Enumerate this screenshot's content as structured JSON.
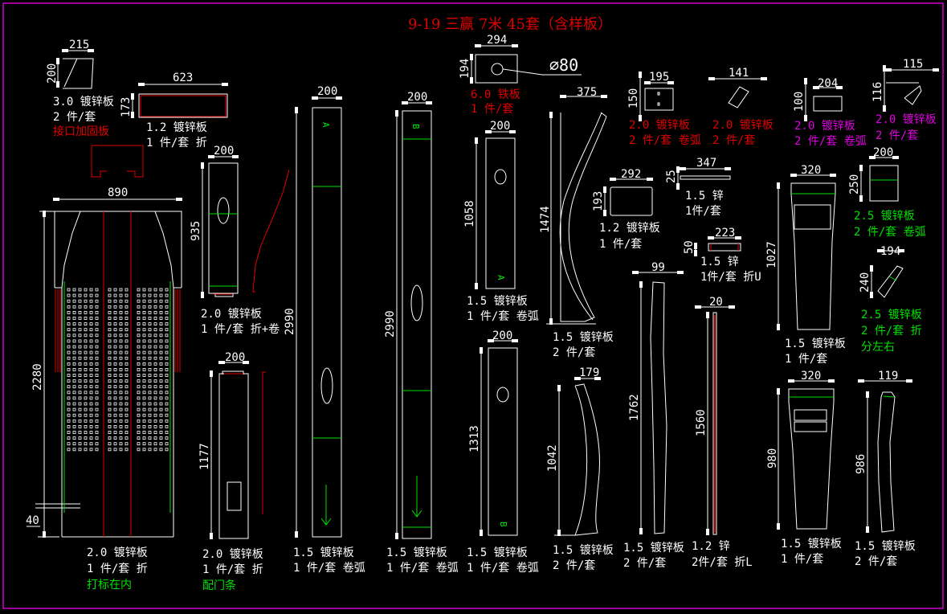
{
  "title": "9-19 三赢 7米 45套（含样板）",
  "colors": {
    "background": "#000000",
    "frame": "#d000d0",
    "white": "#ffffff",
    "red": "#e00000",
    "green": "#00e000",
    "magenta": "#e000e0"
  },
  "dimension_symbol": "∅80",
  "parts": [
    {
      "id": "p1",
      "dims": [
        "215",
        "200"
      ],
      "lines": [
        "3.0 镀锌板",
        "2 件/套"
      ],
      "note": "接口加固板",
      "color": "white",
      "note_color": "red"
    },
    {
      "id": "p2",
      "dims": [
        "623",
        "173"
      ],
      "lines": [
        "1.2 镀锌板",
        "1 件/套 折"
      ],
      "color": "white"
    },
    {
      "id": "p3",
      "dims": [
        "890",
        "2280",
        "40"
      ],
      "lines": [
        "2.0 镀锌板",
        "1 件/套 折"
      ],
      "note": "打标在内",
      "color": "white",
      "note_color": "green"
    },
    {
      "id": "p4",
      "dims": [
        "200",
        "935"
      ],
      "lines": [
        "2.0 镀锌板",
        "1 件/套 折+卷"
      ],
      "color": "white"
    },
    {
      "id": "p5",
      "dims": [
        "200",
        "1177"
      ],
      "lines": [
        "2.0 镀锌板",
        "1 件/套 折"
      ],
      "note": "配门条",
      "color": "white",
      "note_color": "green"
    },
    {
      "id": "p6",
      "dims": [
        "200",
        "2990"
      ],
      "mark": "A",
      "lines": [
        "1.5 镀锌板",
        "1 件/套 卷弧"
      ],
      "color": "white"
    },
    {
      "id": "p7",
      "dims": [
        "200",
        "2990"
      ],
      "mark": "B",
      "lines": [
        "1.5 镀锌板",
        "1 件/套 卷弧"
      ],
      "color": "white"
    },
    {
      "id": "p8",
      "dims": [
        "294",
        "194"
      ],
      "lines": [
        "6.0 铁板",
        "1 件/套"
      ],
      "color": "red"
    },
    {
      "id": "p9",
      "dims": [
        "200",
        "1058"
      ],
      "mark": "A",
      "lines": [
        "1.5 镀锌板",
        "1 件/套 卷弧"
      ],
      "color": "white"
    },
    {
      "id": "p10",
      "dims": [
        "200",
        "1313"
      ],
      "mark": "B",
      "lines": [
        "1.5 镀锌板",
        "1 件/套 卷弧"
      ],
      "color": "white"
    },
    {
      "id": "p11",
      "dims": [
        "375",
        "1474"
      ],
      "lines": [
        "1.5 镀锌板",
        "2 件/套"
      ],
      "color": "white"
    },
    {
      "id": "p12",
      "dims": [
        "179",
        "1042"
      ],
      "lines": [
        "1.5 镀锌板",
        "2 件/套"
      ],
      "color": "white"
    },
    {
      "id": "p13",
      "dims": [
        "195",
        "150"
      ],
      "lines": [
        "2.0 镀锌板",
        "2 件/套 卷弧"
      ],
      "color": "red"
    },
    {
      "id": "p14",
      "dims": [
        "141"
      ],
      "lines": [
        "2.0 镀锌板",
        "2 件/套"
      ],
      "color": "red"
    },
    {
      "id": "p15",
      "dims": [
        "204",
        "100"
      ],
      "lines": [
        "2.0 镀锌板",
        "2 件/套 卷弧"
      ],
      "color": "magenta"
    },
    {
      "id": "p16",
      "dims": [
        "115",
        "116"
      ],
      "lines": [
        "2.0 镀锌板",
        "2 件/套"
      ],
      "color": "magenta"
    },
    {
      "id": "p17",
      "dims": [
        "292",
        "193"
      ],
      "lines": [
        "1.2 镀锌板",
        "1 件/套"
      ],
      "color": "white"
    },
    {
      "id": "p18",
      "dims": [
        "347",
        "25"
      ],
      "lines": [
        "1.5 锌",
        "1件/套"
      ],
      "color": "white"
    },
    {
      "id": "p19",
      "dims": [
        "223",
        "50"
      ],
      "lines": [
        "1.5 锌",
        "1件/套 折U"
      ],
      "color": "white"
    },
    {
      "id": "p20",
      "dims": [
        "99",
        "1762"
      ],
      "lines": [
        "1.5 镀锌板",
        "2 件/套"
      ],
      "color": "white"
    },
    {
      "id": "p21",
      "dims": [
        "20",
        "1560"
      ],
      "lines": [
        "1.2 锌",
        "2件/套 折L"
      ],
      "color": "white"
    },
    {
      "id": "p22",
      "dims": [
        "320",
        "1027"
      ],
      "lines": [
        "1.5 镀锌板",
        "1 件/套"
      ],
      "color": "white"
    },
    {
      "id": "p23",
      "dims": [
        "200",
        "250"
      ],
      "lines": [
        "2.5 镀锌板",
        "2 件/套 卷弧"
      ],
      "color": "green"
    },
    {
      "id": "p24",
      "dims": [
        "194",
        "240"
      ],
      "lines": [
        "2.5 镀锌板",
        "2 件/套 折"
      ],
      "note": "分左右",
      "color": "green",
      "note_color": "green"
    },
    {
      "id": "p25",
      "dims": [
        "320",
        "980"
      ],
      "lines": [
        "1.5 镀锌板",
        "1 件/套"
      ],
      "color": "white"
    },
    {
      "id": "p26",
      "dims": [
        "119",
        "986"
      ],
      "lines": [
        "1.5 镀锌板",
        "2 件/套"
      ],
      "color": "white"
    }
  ]
}
